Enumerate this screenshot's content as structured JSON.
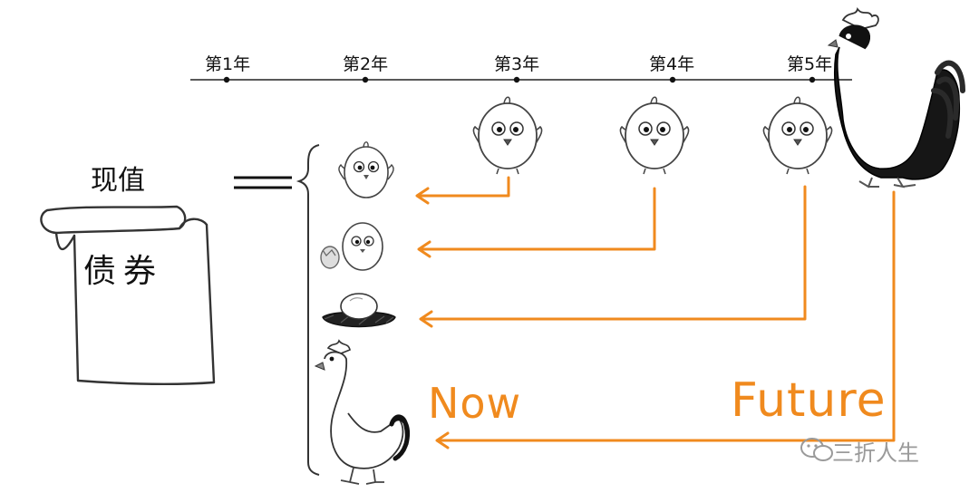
{
  "timeline": {
    "ticks": [
      "第1年",
      "第2年",
      "第3年",
      "第4年",
      "第5年"
    ]
  },
  "left": {
    "present_value": "现值",
    "bond": "债券"
  },
  "labels": {
    "now": "Now",
    "future": "Future"
  },
  "watermark": {
    "text": "三折人生"
  },
  "colors": {
    "accent": "#f08a1e",
    "ink": "#111111",
    "rooster": "#1a1a1a"
  }
}
